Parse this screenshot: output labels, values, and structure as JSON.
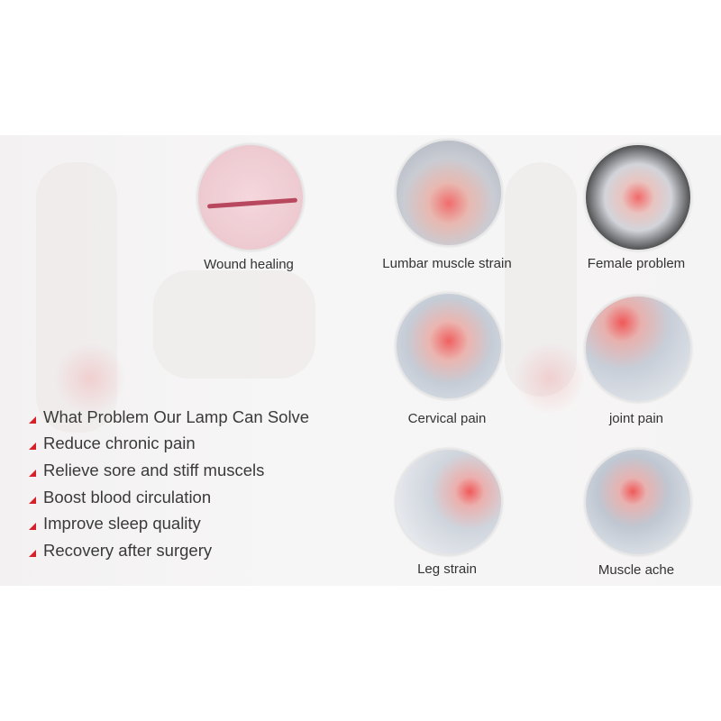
{
  "conditions": [
    {
      "label": "Wound healing"
    },
    {
      "label": "Lumbar muscle strain"
    },
    {
      "label": "Female problem"
    },
    {
      "label": "Cervical pain"
    },
    {
      "label": "joint pain"
    },
    {
      "label": "Leg strain"
    },
    {
      "label": "Muscle ache"
    }
  ],
  "benefits": {
    "heading": "What Problem Our Lamp Can Solve",
    "items": [
      "Reduce chronic pain",
      "Relieve sore and stiff muscels",
      "Boost blood circulation",
      "Improve sleep quality",
      "Recovery after surgery"
    ]
  },
  "colors": {
    "accent": "#d8202a",
    "text": "#333333"
  }
}
